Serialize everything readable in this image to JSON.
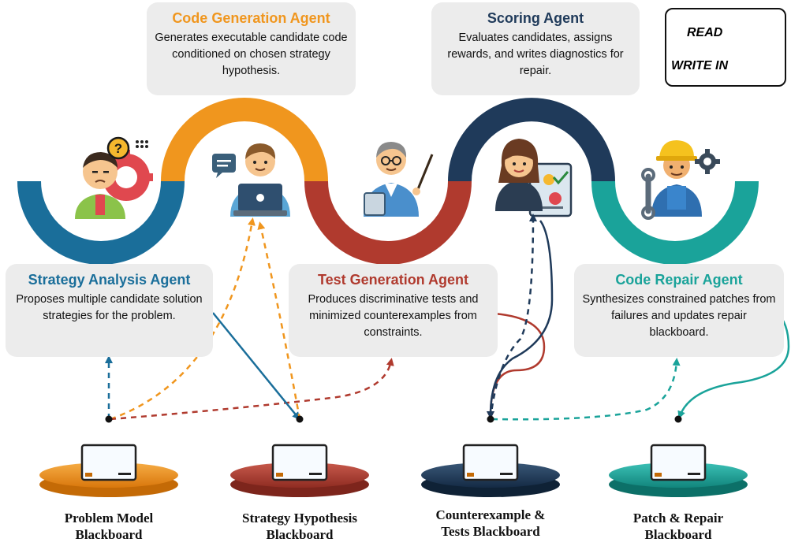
{
  "agents": {
    "strategy_analysis": {
      "title": "Strategy Analysis Agent",
      "description": "Proposes multiple candidate solution strategies for the problem.",
      "color": "#1a6e9a"
    },
    "code_generation": {
      "title": "Code Generation Agent",
      "description": "Generates executable candidate code conditioned on chosen strategy hypothesis.",
      "color": "#f0961e"
    },
    "test_generation": {
      "title": "Test Generation Agent",
      "description": "Produces discriminative tests and minimized counterexamples from constraints.",
      "color": "#b03a2e"
    },
    "scoring": {
      "title": "Scoring Agent",
      "description": "Evaluates candidates, assigns rewards, and writes diagnostics for repair.",
      "color": "#1f3a5a"
    },
    "code_repair": {
      "title": "Code Repair Agent",
      "description": "Synthesizes constrained patches from failures and updates repair blackboard.",
      "color": "#1aa39a"
    }
  },
  "blackboards": {
    "problem_model": {
      "label": "Problem Model\nBlackboard",
      "color": "#f0961e"
    },
    "strategy_hypothesis": {
      "label": "Strategy Hypothesis\nBlackboard",
      "color": "#b03a2e"
    },
    "counterexample_tests": {
      "label": "Counterexample &\nTests Blackboard",
      "color": "#1f3a5a"
    },
    "patch_repair": {
      "label": "Patch & Repair\nBlackboard",
      "color": "#1aa39a"
    }
  },
  "legend": {
    "read_label": "READ",
    "write_label": "WRITE IN"
  }
}
